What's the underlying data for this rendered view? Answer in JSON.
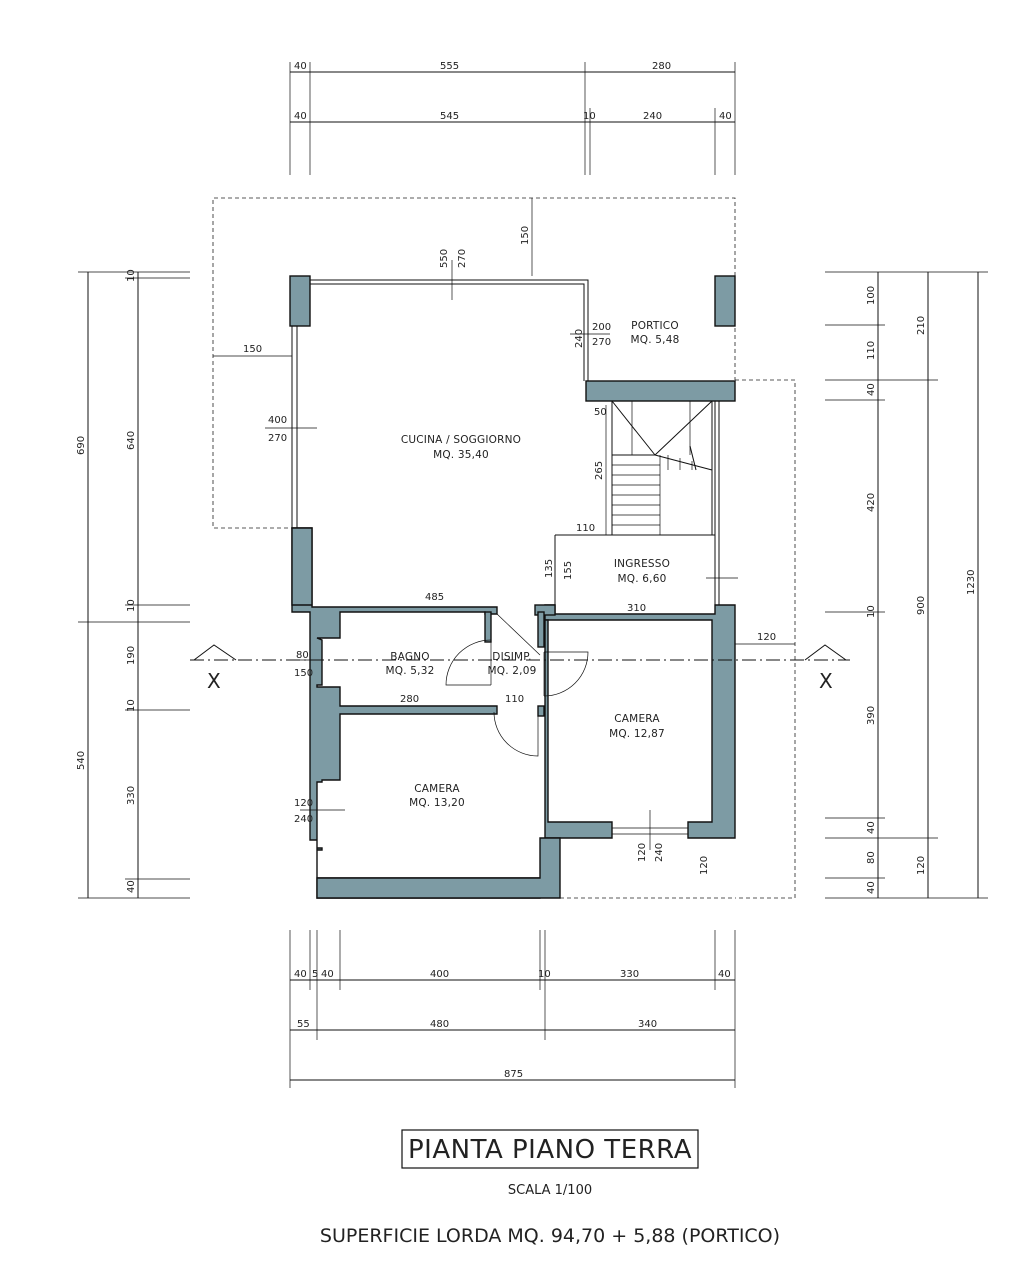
{
  "rooms": {
    "cucina_name": "CUCINA / SOGGIORNO",
    "cucina_area": "MQ. 35,40",
    "portico_name": "PORTICO",
    "portico_area": "MQ. 5,48",
    "ingresso_name": "INGRESSO",
    "ingresso_area": "MQ. 6,60",
    "bagno_name": "BAGNO",
    "bagno_area": "MQ. 5,32",
    "disimp_name": "DISIMP.",
    "disimp_area": "MQ. 2,09",
    "camera1_name": "CAMERA",
    "camera1_area": "MQ. 12,87",
    "camera2_name": "CAMERA",
    "camera2_area": "MQ. 13,20"
  },
  "dims": {
    "top1": [
      "40",
      "555",
      "280"
    ],
    "top2": [
      "40",
      "545",
      "10",
      "240",
      "40"
    ],
    "bot1": [
      "40",
      "5",
      "40",
      "400",
      "10",
      "330",
      "40"
    ],
    "bot2": [
      "55",
      "480",
      "340"
    ],
    "bot3": "875",
    "left_outer": [
      "690",
      "540"
    ],
    "left_inner": [
      "10",
      "640",
      "10",
      "190",
      "10",
      "330",
      "40"
    ],
    "right_inner": [
      "100",
      "110",
      "40",
      "420",
      "10",
      "390",
      "40",
      "80",
      "40"
    ],
    "right_mid": [
      "210",
      "900",
      "120"
    ],
    "right_outer": "1230",
    "interior": {
      "d550": "550",
      "d270a": "270",
      "d150a": "150",
      "d150b": "150",
      "d400": "400",
      "d270b": "270",
      "d240": "240",
      "d200": "200",
      "d270c": "270",
      "d50": "50",
      "d265": "265",
      "d110a": "110",
      "d135": "135",
      "d155": "155",
      "d485": "485",
      "d310": "310",
      "d80": "80",
      "d150c": "150",
      "d280": "280",
      "d110b": "110",
      "d120a": "120",
      "d120b": "120",
      "d240b": "240",
      "d120c": "120",
      "d240c": "240",
      "d120d": "120"
    }
  },
  "section_mark": "X",
  "title": "PIANTA PIANO TERRA",
  "scale": "SCALA 1/100",
  "surface": "SUPERFICIE LORDA  MQ. 94,70 + 5,88 (PORTICO)"
}
